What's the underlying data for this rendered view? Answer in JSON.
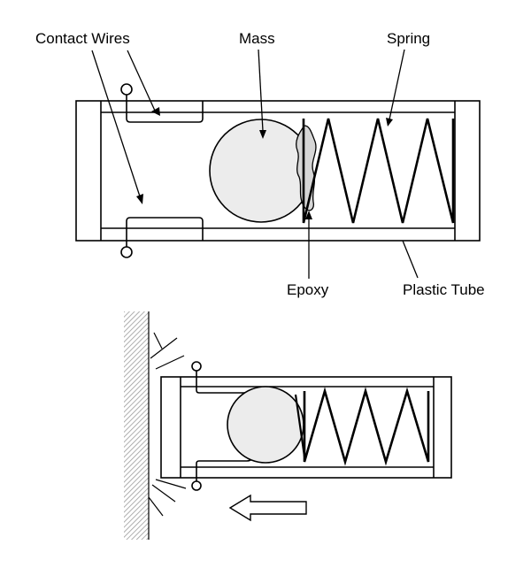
{
  "labels": {
    "contact_wires": "Contact Wires",
    "mass": "Mass",
    "spring": "Spring",
    "epoxy": "Epoxy",
    "plastic_tube": "Plastic Tube"
  },
  "colors": {
    "line": "#000000",
    "mass_fill": "#ececec",
    "epoxy_fill": "#d6d6d6",
    "background": "#ffffff"
  },
  "icons": {
    "motion_arrow": "arrow-left-icon",
    "impact_lines": "impact-lines-icon"
  }
}
